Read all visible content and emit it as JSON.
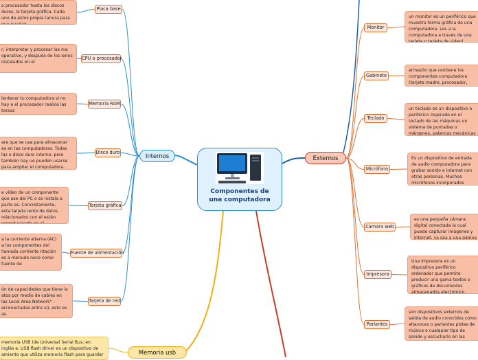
{
  "center": {
    "title_line1": "Componentes de",
    "title_line2": "una computadora"
  },
  "hubs": {
    "internos": "Internos",
    "externos": "Externos",
    "memoria_usb": "Memoria usb"
  },
  "internos": [
    {
      "label": "Placa base",
      "text": "o procesador hasta los discos duros, la tarjeta gráfica. Cada uno de estos propia ranura para que puedan"
    },
    {
      "label": "CPU o procesador",
      "text": "r, interpretar y procesar las ma operativo, y después de los ienes instalados en el"
    },
    {
      "label": "Memoria RAM",
      "text": "lentecer tu computadora si no hay e el procesador realice las tareas"
    },
    {
      "label": "Disco duro",
      "text": "are que se usa para almacenar es en las computadoras. Todas las o disco duro interno, pero también hay ue pueden usarse para ampliar el computadora."
    },
    {
      "label": "Tarjeta gráfica",
      "text": "e vídeo de un componente que ase del PC o se instala a parte es. Concretamente, esta tarjeta iento de datos relacionados con el están reproduciendo en el"
    },
    {
      "label": "Fuente de alimentación",
      "text": "a la corriente alterna (AC) a los componentes del llamada corriente ntación es a menudo noce como fuente de"
    },
    {
      "label": "Tarjeta de red",
      "text": "ón de capacidades que tiene la atos por medio de cables en las Local Area Network\" - erconectadas entre sí), esto es as."
    }
  ],
  "externos": [
    {
      "label": "Monitor",
      "text": "un monitor es un periférico que muestra forma gráfica de una computadora. Los a la computadora a través de una tarjeta o tarjeta de video)."
    },
    {
      "label": "Gabinete",
      "text": "armazón que contiene los componentes computadora (tarjeta madre, procesador, dispositivos periféricos, etc.)."
    },
    {
      "label": "Teclado",
      "text": "un teclado es un dispositivo o periférico inspirado en el teclado de las máquinas un sistema de puntadas o márgenes, palancas mecánicas o interruptores el toda la información a la computadora."
    },
    {
      "label": "Micrófono",
      "text": "Es un dispositivo de entrada de audio computadora para grabar sonido o internet con otras personas. Muchos micrófonos incorporados dentro de especialmente los computadores portátiles."
    },
    {
      "label": "Camara web",
      "text": "es una pequeña cámara digital conectada la cual puede capturar imágenes y Internet, ya sea a una página web o forma privada."
    },
    {
      "label": "Impresora",
      "text": "Una impresora es un dispositivo periférico ordenador que permite producir una gama textos o gráficos de documentos almacenados electrónico, imprimiéndolos en medios en papel, utilizando cartuchos de tinta o tóner)."
    },
    {
      "label": "Parlantes",
      "text": "son dispositivos externos de salida de audio conocidos como altavoces o parlantes pistas de música o cualquier tipo de sonido y escucharlo en las bocinas. Son dispositivos han convertido en parte esencial de una"
    }
  ],
  "memoria_usb": {
    "text": "memoria USB (de Universal Serial Bus; en inglés e, USB flash drive) es un dispositivo de amiento que utiliza memoria flash para guardar la"
  },
  "colors": {
    "internos": "#2b8fd0",
    "externos": "#e07030",
    "memoria_usb": "#f2b010",
    "other_branch": "#cc3a2a"
  }
}
